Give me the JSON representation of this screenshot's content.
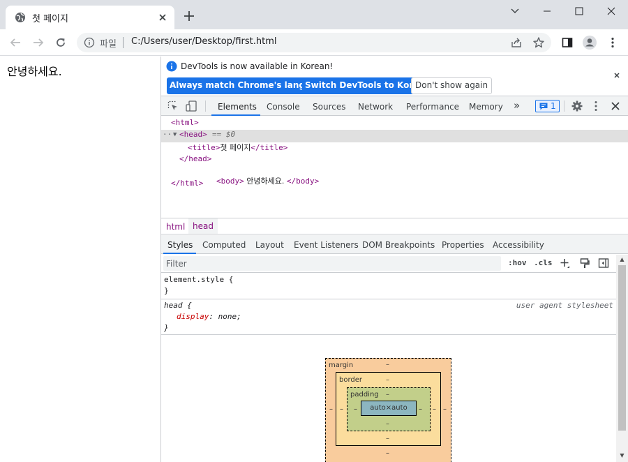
{
  "browser": {
    "tab_title": "첫 페이지",
    "url_scheme": "파일",
    "url": "C:/Users/user/Desktop/first.html"
  },
  "page": {
    "body_text": "안녕하세요."
  },
  "devtools": {
    "infobar": {
      "message": "DevTools is now available in Korean!",
      "btn_match": "Always match Chrome's language",
      "btn_switch": "Switch DevTools to Korean",
      "btn_dismiss": "Don't show again"
    },
    "tabs": [
      "Elements",
      "Console",
      "Sources",
      "Network",
      "Performance",
      "Memory"
    ],
    "more_tabs": "»",
    "issues_count": "1",
    "dom": {
      "html_open": "<html>",
      "head_open": "<head>",
      "head_marker": "== $0",
      "title_open": "<title>",
      "title_text": "첫 페이지",
      "title_close": "</title>",
      "head_close": "</head>",
      "body_open": "<body>",
      "body_text": " 안녕하세요. ",
      "body_close": "</body>",
      "html_close": "</html>",
      "ellipsis": "···",
      "expander": "▼"
    },
    "breadcrumbs": [
      "html",
      "head"
    ],
    "subtabs": [
      "Styles",
      "Computed",
      "Layout",
      "Event Listeners",
      "DOM Breakpoints",
      "Properties",
      "Accessibility"
    ],
    "filter_placeholder": "Filter",
    "hov": ":hov",
    "cls": ".cls",
    "rules": {
      "element_style_selector": "element.style {",
      "element_style_close": "}",
      "head_selector": "head {",
      "head_source": "user agent stylesheet",
      "head_prop": "display",
      "head_colon": ": ",
      "head_value": "none;",
      "head_close": "}"
    },
    "box_model": {
      "margin_label": "margin",
      "border_label": "border",
      "padding_label": "padding",
      "content": "auto×auto",
      "dash": "–"
    }
  }
}
